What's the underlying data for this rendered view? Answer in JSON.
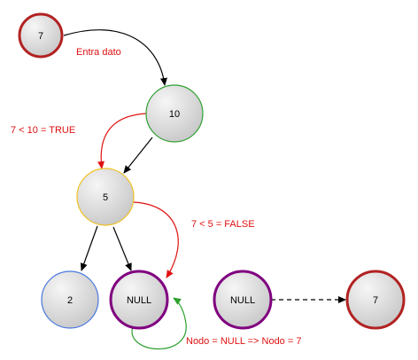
{
  "diagram": {
    "nodes": {
      "entry": {
        "label": "7",
        "stroke": "#b22222"
      },
      "n10": {
        "label": "10",
        "stroke": "#2ea02e"
      },
      "n5": {
        "label": "5",
        "stroke": "#f0c020"
      },
      "n2": {
        "label": "2",
        "stroke": "#4a78e0"
      },
      "null_target": {
        "label": "NULL",
        "stroke": "#800080"
      },
      "null_right": {
        "label": "NULL",
        "stroke": "#800080"
      },
      "result": {
        "label": "7",
        "stroke": "#b22222"
      }
    },
    "annotations": {
      "entra_dato": "Entra dato",
      "cmp_true": "7 < 10 = TRUE",
      "cmp_false": "7 < 5 = FALSE",
      "assign": "Nodo = NULL => Nodo = 7"
    },
    "colors": {
      "annotation": "#e01010",
      "edge": "#000000",
      "compare_arrow": "#e01010",
      "assign_arrow": "#2ea02e",
      "fill_light": "#f6f6f6",
      "fill_dark": "#c8c8c8"
    }
  }
}
